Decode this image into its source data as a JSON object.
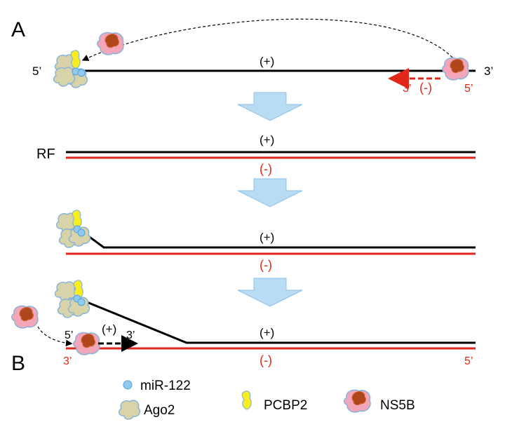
{
  "panels": {
    "a": "A",
    "b": "B"
  },
  "row1": {
    "five_prime": "5’",
    "plus": "(+)",
    "three_prime": "3’",
    "neg_three": "3’",
    "neg_minus": "(-)",
    "neg_five": "5’"
  },
  "row2": {
    "rf": "RF",
    "plus": "(+)",
    "minus": "(-)"
  },
  "row3": {
    "plus": "(+)",
    "minus": "(-)"
  },
  "row4": {
    "five_prime": "5’",
    "nascent_plus": "(+)",
    "nascent_three": "3’",
    "plus": "(+)",
    "three_prime": "3’",
    "minus": "(-)",
    "five_prime_right": "5’"
  },
  "legend": {
    "mir122": "miR-122",
    "ago2": "Ago2",
    "pcbp2": "PCBP2",
    "ns5b": "NS5B"
  },
  "colors": {
    "plus_strand": "#000000",
    "minus_strand": "#e3261c",
    "arrow_fill": "#b9dcf5",
    "arrow_stroke": "#8fc0e8",
    "ago2": "#d8d3a8",
    "pcbp2": "#f8ee1e",
    "mir122": "#8fcbf0",
    "ns5b": "#f3a5b9",
    "ns5b_core": "#b0471c",
    "outline": "#88b4d8"
  },
  "icons": [
    "mir122-icon",
    "ago2-icon",
    "pcbp2-icon",
    "ns5b-icon",
    "down-arrow-icon"
  ]
}
